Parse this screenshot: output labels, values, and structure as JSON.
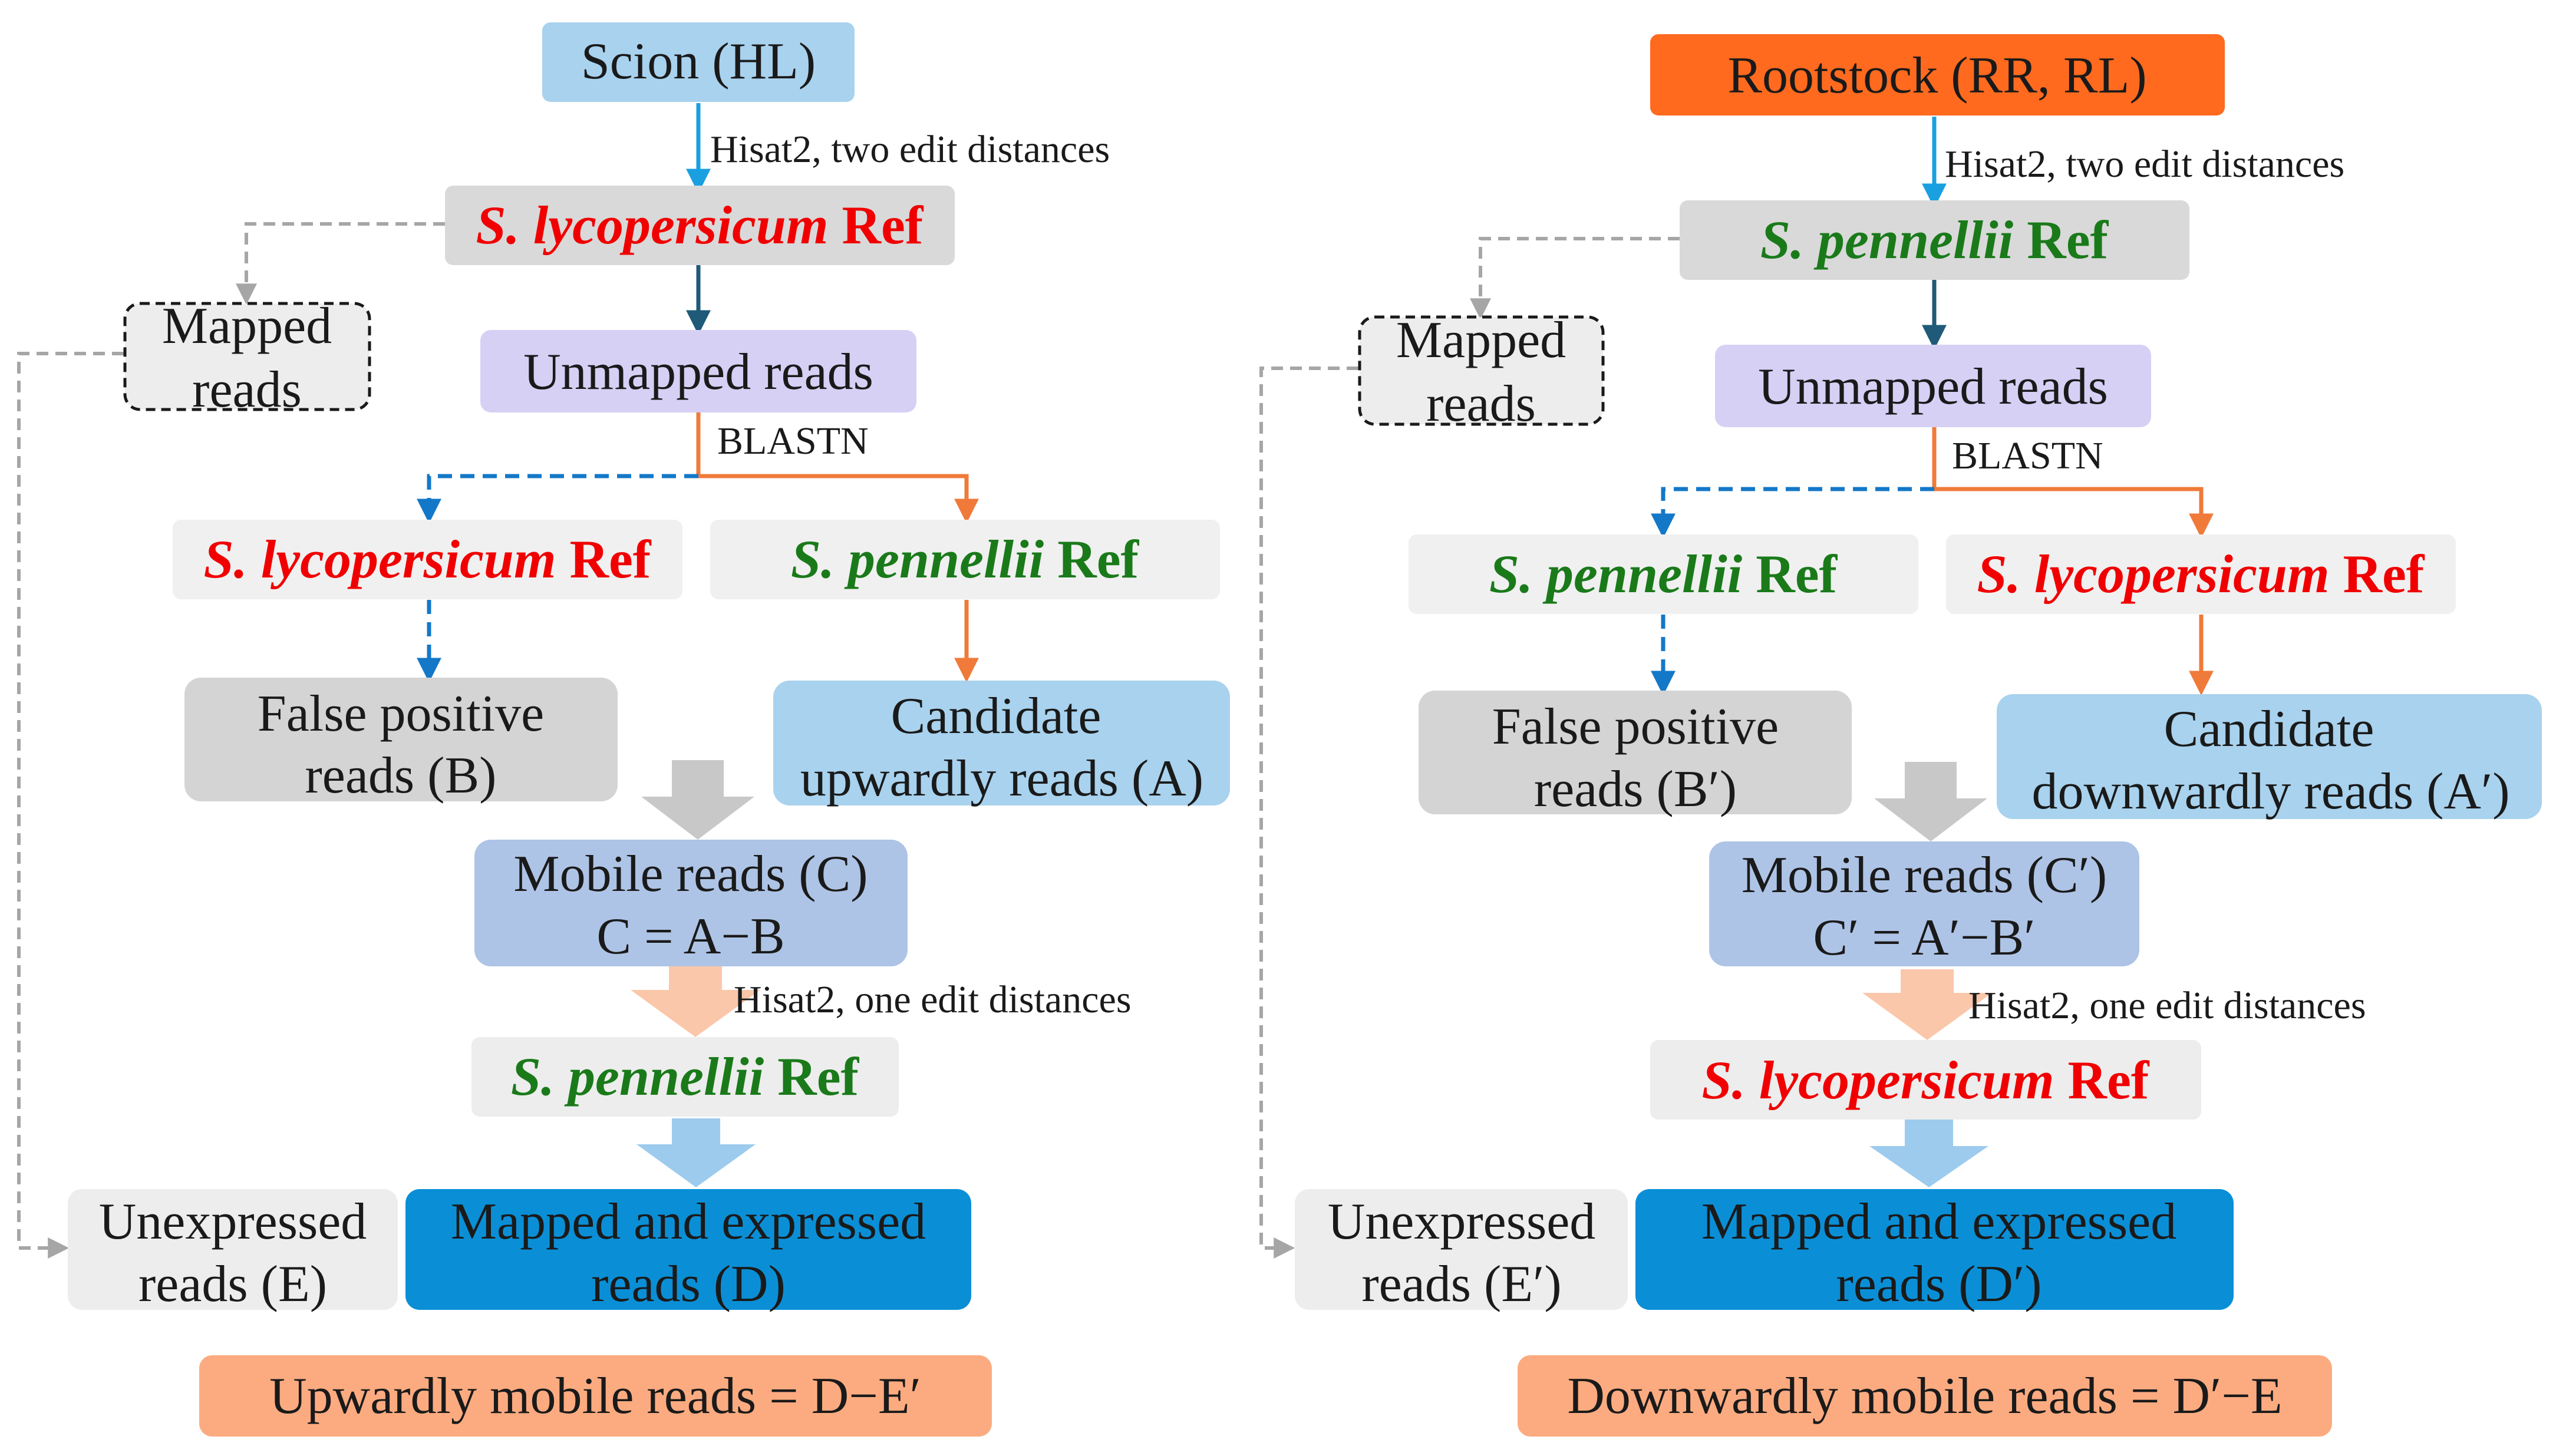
{
  "left": {
    "source": "Scion (HL)",
    "align1": "Hisat2, two edit distances",
    "ref1": {
      "species": "S. lycopersicum",
      "suffix": "Ref"
    },
    "mapped": [
      "Mapped",
      "reads"
    ],
    "unmapped": "Unmapped reads",
    "blast": "BLASTN",
    "refA": {
      "species": "S. lycopersicum",
      "suffix": "Ref"
    },
    "refB": {
      "species": "S. pennellii",
      "suffix": "Ref"
    },
    "false_pos": [
      "False positive",
      "reads (B)"
    ],
    "candidate": [
      "Candidate",
      "upwardly reads (A)"
    ],
    "mobile": [
      "Mobile reads (C)",
      "C = A−B"
    ],
    "align2": "Hisat2, one edit distances",
    "ref2": {
      "species": "S. pennellii",
      "suffix": "Ref"
    },
    "unexpressed": [
      "Unexpressed",
      "reads (E)"
    ],
    "expressed": [
      "Mapped and expressed",
      "reads (D)"
    ],
    "result": "Upwardly mobile reads = D−E′"
  },
  "right": {
    "source": "Rootstock (RR, RL)",
    "align1": "Hisat2, two edit distances",
    "ref1": {
      "species": "S. pennellii",
      "suffix": "Ref"
    },
    "mapped": [
      "Mapped",
      "reads"
    ],
    "unmapped": "Unmapped reads",
    "blast": "BLASTN",
    "refA": {
      "species": "S. pennellii",
      "suffix": "Ref"
    },
    "refB": {
      "species": "S. lycopersicum",
      "suffix": "Ref"
    },
    "false_pos": [
      "False positive",
      "reads (B′)"
    ],
    "candidate": [
      "Candidate",
      "downwardly reads (A′)"
    ],
    "mobile": [
      "Mobile reads (C′)",
      "C′ = A′−B′"
    ],
    "align2": "Hisat2, one edit distances",
    "ref2": {
      "species": "S. lycopersicum",
      "suffix": "Ref"
    },
    "unexpressed": [
      "Unexpressed",
      "reads (E′)"
    ],
    "expressed": [
      "Mapped and expressed",
      "reads (D′)"
    ],
    "result": "Downwardly mobile reads = D′−E"
  },
  "colors": {
    "scion_box": "#a8d2ee",
    "rootstock_box": "#ff6a1f",
    "ref_box": "#d9d9d9",
    "light_box": "#f0f0f0",
    "unmapped_box": "#d6d0f5",
    "false_box": "#d4d4d4",
    "candidate_box": "#a8d2ee",
    "mobile_box": "#aec4e6",
    "expressed_box": "#0a8fd6",
    "result_box": "#fcab80",
    "blue_arrow": "#1aa0e0",
    "dark_arrow": "#1f5a78",
    "dashed_blue": "#1478c8",
    "orange_line": "#f07a3a",
    "gray_block_arrow": "#c8c8c8",
    "peach_block_arrow": "#fbc7aa",
    "lightblue_block_arrow": "#9ccbee",
    "gray_dashed": "#a6a6a6",
    "red_species": "#f00000",
    "green_species": "#1a7a1a"
  }
}
